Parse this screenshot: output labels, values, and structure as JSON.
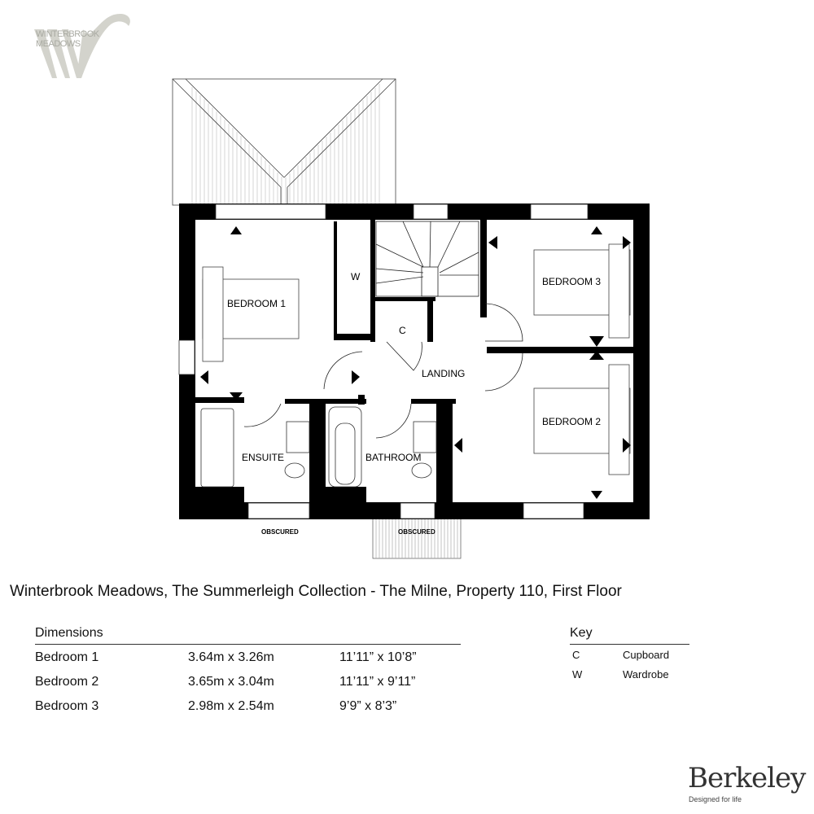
{
  "logo": {
    "monogram": "W",
    "line1": "WINTERBROOK",
    "line2": "MEADOWS"
  },
  "plan": {
    "rooms": {
      "bedroom1": "BEDROOM 1",
      "bedroom2": "BEDROOM 2",
      "bedroom3": "BEDROOM 3",
      "wardrobe": "W",
      "cupboard": "C",
      "landing": "LANDING",
      "ensuite": "ENSUITE",
      "bathroom": "BATHROOM"
    },
    "obscured_left": "OBSCURED",
    "obscured_right": "OBSCURED"
  },
  "title": "Winterbrook Meadows, The Summerleigh Collection - The Milne, Property 110, First Floor",
  "dimensions": {
    "heading": "Dimensions",
    "rows": [
      {
        "room": "Bedroom 1",
        "metric": "3.64m x 3.26m",
        "imperial": "11’11” x 10’8”"
      },
      {
        "room": "Bedroom 2",
        "metric": "3.65m x 3.04m",
        "imperial": "11’11” x 9’11”"
      },
      {
        "room": "Bedroom 3",
        "metric": "2.98m x 2.54m",
        "imperial": "9’9” x 8’3”"
      }
    ]
  },
  "key": {
    "heading": "Key",
    "items": [
      {
        "code": "C",
        "label": "Cupboard"
      },
      {
        "code": "W",
        "label": "Wardrobe"
      }
    ]
  },
  "brand": {
    "name": "Berkeley",
    "tagline": "Designed for life"
  }
}
